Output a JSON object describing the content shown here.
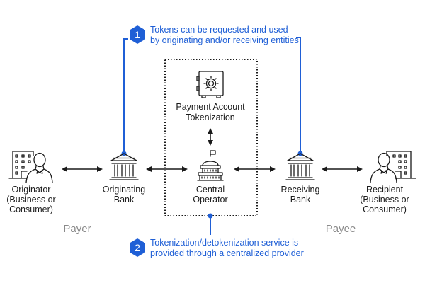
{
  "diagram": {
    "accent_color": "#1f5fd6",
    "annotations": [
      {
        "number": "1",
        "lines": [
          "Tokens can be requested and used",
          "by originating and/or receiving entities"
        ]
      },
      {
        "number": "2",
        "lines": [
          "Tokenization/detokenization service is",
          "provided through a centralized provider"
        ]
      }
    ],
    "nodes": {
      "originator": {
        "icon": "person-building-icon",
        "lines": [
          "Originator",
          "(Business or",
          "Consumer)"
        ]
      },
      "originating_bank": {
        "icon": "bank-icon",
        "lines": [
          "Originating",
          "Bank"
        ]
      },
      "central_operator": {
        "icon": "capitol-building-icon",
        "lines": [
          "Central",
          "Operator"
        ]
      },
      "receiving_bank": {
        "icon": "bank-icon",
        "lines": [
          "Receiving",
          "Bank"
        ]
      },
      "recipient": {
        "icon": "person-building-icon",
        "lines": [
          "Recipient",
          "(Business or",
          "Consumer)"
        ]
      },
      "tokenization": {
        "icon": "safe-vault-icon",
        "lines": [
          "Payment Account",
          "Tokenization"
        ]
      }
    },
    "roles": {
      "payer": "Payer",
      "payee": "Payee"
    }
  }
}
